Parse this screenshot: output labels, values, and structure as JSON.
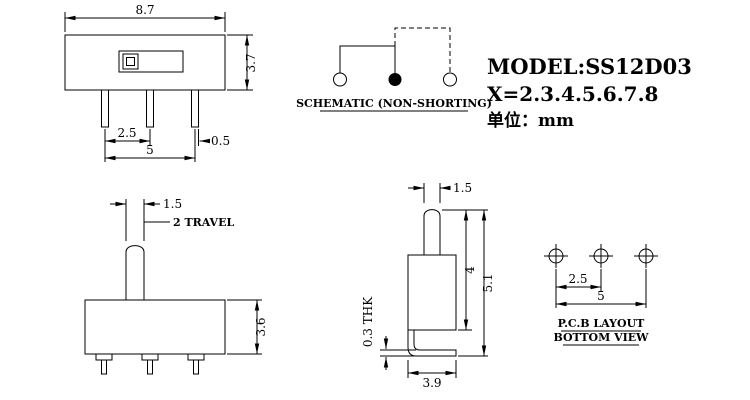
{
  "info": {
    "model": "MODEL:SS12D03",
    "positions": "X=2.3.4.5.6.7.8",
    "unit": "单位：mm"
  },
  "schematic": {
    "label": "SCHEMATIC (NON-SHORTING)"
  },
  "top_view": {
    "dim_width": "8.7",
    "dim_height": "3.7",
    "dim_pitch": "2.5",
    "dim_span": "5",
    "dim_pin_width": "0.5"
  },
  "front_view": {
    "dim_knob_width": "1.5",
    "travel_label": "2 TRAVEL",
    "dim_body_height": "3.6"
  },
  "side_view": {
    "dim_knob_width": "1.5",
    "dim_upper_height": "4",
    "dim_total_height": "5.1",
    "dim_lead_thickness": "0.3 THK",
    "dim_depth": "3.9"
  },
  "pcb_layout": {
    "dim_pitch": "2.5",
    "dim_span": "5",
    "label_line1": "P.C.B LAYOUT",
    "label_line2": "BOTTOM VIEW"
  },
  "colors": {
    "line": "#000000",
    "background": "#ffffff"
  }
}
